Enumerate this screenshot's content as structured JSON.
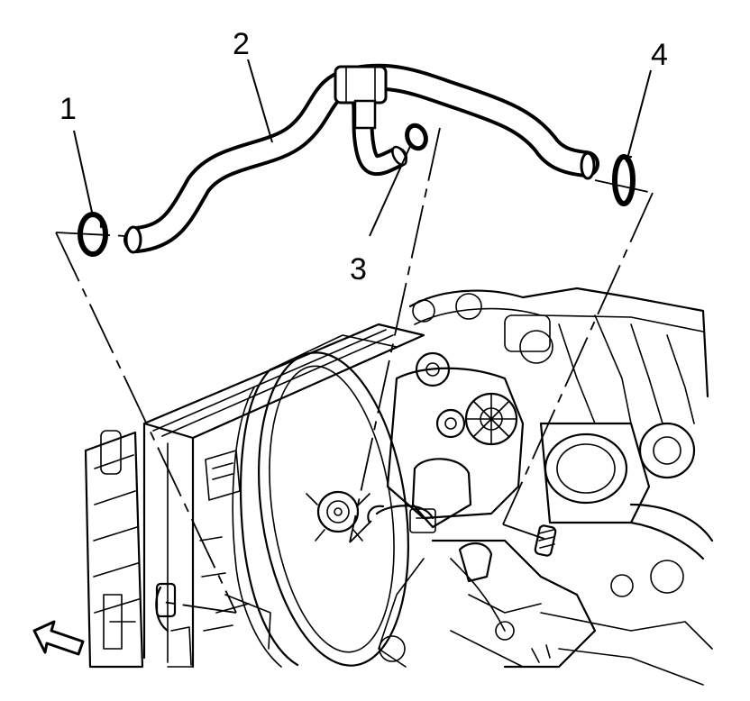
{
  "callouts": {
    "c1": "1",
    "c2": "2",
    "c3": "3",
    "c4": "4"
  },
  "parts": [
    {
      "callout": "1",
      "icon": "clamp-icon"
    },
    {
      "callout": "2",
      "icon": "hose-icon"
    },
    {
      "callout": "3",
      "icon": "clamp-icon"
    },
    {
      "callout": "4",
      "icon": "clamp-icon"
    }
  ],
  "colors": {
    "line": "#000000",
    "background": "#ffffff"
  }
}
